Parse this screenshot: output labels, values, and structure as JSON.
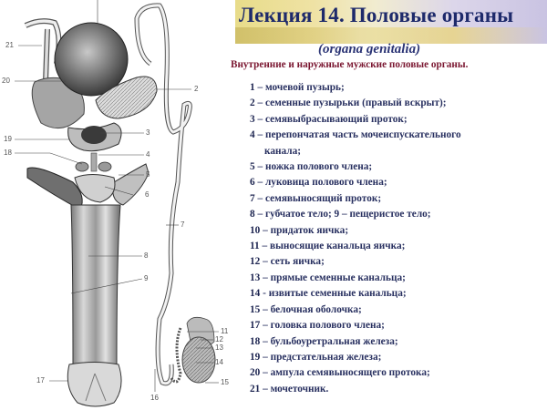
{
  "header": {
    "title": "Лекция 14. Половые органы",
    "subtitle": "(organa genitalia)",
    "description": "Внутренние и наружные мужские половые органы."
  },
  "colors": {
    "title": "#1e2a6b",
    "description": "#7a1630",
    "legend_text": "#283060",
    "banner_left": "#e8dc8a",
    "banner_right": "#c9c3e2"
  },
  "legend": [
    {
      "num": "1",
      "text": " – мочевой  пузырь;"
    },
    {
      "num": "2",
      "text": " – семенные пузырьки (правый вскрыт);"
    },
    {
      "num": "3",
      "text": " – семявыбрасывающий проток;"
    },
    {
      "num": "4",
      "text": " – перепончатая часть мочеиспускательного"
    },
    {
      "num": "",
      "text": "канала;"
    },
    {
      "num": "5",
      "text": " – ножка полового члена;"
    },
    {
      "num": "6",
      "text": " – луковица полового члена;"
    },
    {
      "num": "7",
      "text": " – семявыносящий проток;"
    },
    {
      "num": "8",
      "text": " – губчатое тело;     9 – пещеристое тело;"
    },
    {
      "num": "10",
      "text": " – придаток яичка;"
    },
    {
      "num": "11",
      "text": " – выносящие канальца яичка;"
    },
    {
      "num": "12",
      "text": " – сеть яичка;"
    },
    {
      "num": "13",
      "text": " – прямые семенные канальца;"
    },
    {
      "num": "14",
      "text": " -  извитые семенные канальца;"
    },
    {
      "num": "15",
      "text": " – белочная оболочка;"
    },
    {
      "num": "17",
      "text": " – головка полового члена;"
    },
    {
      "num": "18",
      "text": " – бульбоуретральная железа;"
    },
    {
      "num": "19",
      "text": " – предстательная железа;"
    },
    {
      "num": "20",
      "text": " – ампула семявыносящего протока;"
    },
    {
      "num": "21",
      "text": " – мочеточник."
    }
  ],
  "figure": {
    "labels": {
      "l21": "21",
      "l20": "20",
      "l19": "19",
      "l18": "18",
      "l2": "2",
      "l3": "3",
      "l4": "4",
      "l5": "5",
      "l6": "6",
      "l7": "7",
      "l8": "8",
      "l9": "9",
      "l11": "11",
      "l12": "12",
      "l13": "13",
      "l14": "14",
      "l15": "15",
      "l16": "16",
      "l17": "17"
    }
  }
}
